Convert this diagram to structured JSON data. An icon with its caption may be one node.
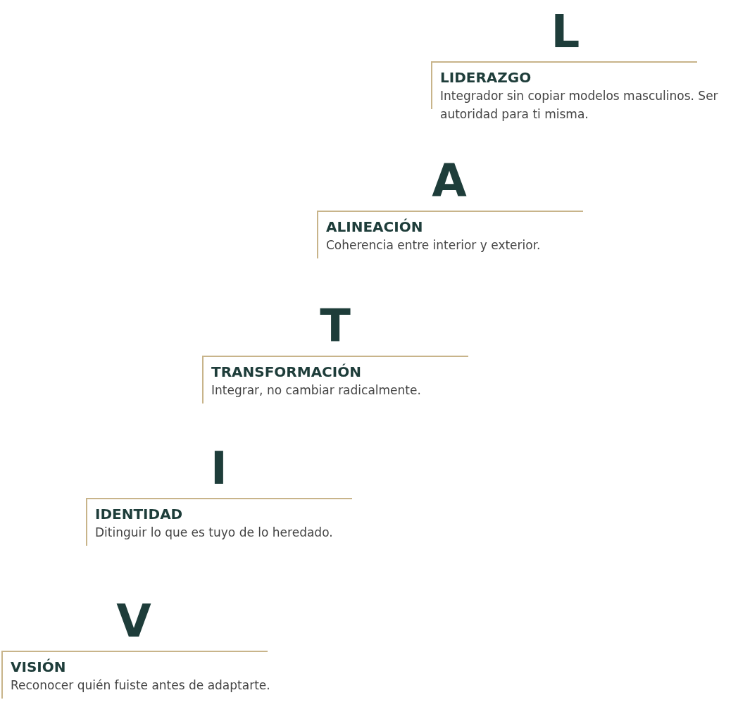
{
  "diagram": {
    "nodes": [
      {
        "text": [
          "L",
          "LIDERAZGO",
          "Integrador sin copiar modelos masculinos. Ser autoridad para ti misma."
        ]
      },
      {
        "text": [
          "A",
          "ALINEACIÓN",
          "Coherencia entre interior y exterior."
        ]
      },
      {
        "text": [
          "T",
          "TRANSFORMACIÓN",
          "Integrar, no cambiar radicalmente."
        ]
      },
      {
        "text": [
          "I",
          "IDENTIDAD",
          "Ditinguir lo que es tuyo de lo heredado."
        ]
      },
      {
        "text": [
          "V",
          "VISIÓN",
          "Reconocer quién fuiste antes de adaptarte."
        ]
      }
    ],
    "edges": []
  }
}
